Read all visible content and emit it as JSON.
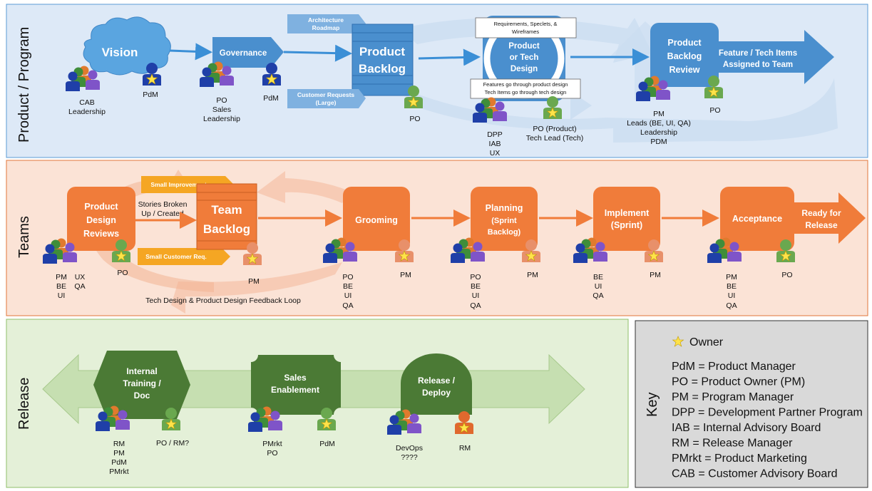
{
  "colors": {
    "product_band_fill": "#dde9f7",
    "product_band_stroke": "#5b9bd5",
    "teams_band_fill": "#fbe3d6",
    "teams_band_stroke": "#e0763a",
    "release_band_fill": "#e4f0d8",
    "release_band_stroke": "#8fbf6a",
    "key_fill": "#d9d9d9",
    "blue_box": "#4a8fce",
    "orange_box": "#f07c3a",
    "green_box": "#4b7a35",
    "person_blue": "#1f3fa8",
    "person_green": "#3f8d3a",
    "person_orange": "#e07a2d",
    "person_purple": "#7f54c8",
    "star_yellow": "#ffe34a"
  },
  "product_lane": {
    "label": "Product / Program",
    "vision": "Vision",
    "cab_caption": [
      "CAB",
      "Leadership"
    ],
    "pdm_caption": "PdM",
    "governance": "Governance",
    "gov_caption": [
      "PO",
      "Sales",
      "Leadership"
    ],
    "gov_owner": "PdM",
    "arch_roadmap": [
      "Architecture",
      "Roadmap"
    ],
    "product_backlog": [
      "Product",
      "Backlog"
    ],
    "customer_requests": [
      "Customer Requests",
      "(Large)"
    ],
    "pb_owner": "PO",
    "requirements_note": [
      "Requirements, Speclets, &",
      "Wireframes"
    ],
    "design_circle": [
      "Product",
      "or Tech",
      "Design"
    ],
    "features_note": [
      "Features go through product design",
      "Tech Items go through tech design"
    ],
    "design_caption": [
      "DPP",
      "IAB",
      "UX"
    ],
    "design_owner": [
      "PO (Product)",
      "Tech Lead (Tech)"
    ],
    "pbr": [
      "Product",
      "Backlog",
      "Review"
    ],
    "pbr_caption": [
      "PM",
      "Leads (BE, UI, QA)",
      "Leadership",
      "PDM"
    ],
    "pbr_owner": "PO",
    "feature_arrow": [
      "Feature / Tech Items",
      "Assigned to Team"
    ]
  },
  "teams_lane": {
    "label": "Teams",
    "small_improvements": "Small Improvements",
    "small_customer": "Small Customer Req.",
    "pdr": [
      "Product",
      "Design",
      "Reviews"
    ],
    "stories": [
      "Stories Broken",
      "Up / Created"
    ],
    "pdr_caption_a": [
      "PM",
      "BE",
      "UI"
    ],
    "pdr_caption_b": [
      "UX",
      "QA"
    ],
    "pdr_owner": "PO",
    "team_backlog": [
      "Team",
      "Backlog"
    ],
    "tb_owner": "PM",
    "feedback_loop": "Tech Design & Product Design Feedback Loop",
    "grooming": "Grooming",
    "grooming_caption": [
      "PO",
      "BE",
      "UI",
      "QA"
    ],
    "grooming_owner": "PM",
    "planning": [
      "Planning",
      "(Sprint",
      "Backlog)"
    ],
    "planning_caption": [
      "PO",
      "BE",
      "UI",
      "QA"
    ],
    "planning_owner": "PM",
    "implement": [
      "Implement",
      "(Sprint)"
    ],
    "implement_caption": [
      "BE",
      "UI",
      "QA"
    ],
    "implement_owner": "PM",
    "acceptance": "Acceptance",
    "acceptance_caption": [
      "PM",
      "BE",
      "UI",
      "QA"
    ],
    "acceptance_owner": "PO",
    "ready": [
      "Ready for",
      "Release"
    ]
  },
  "release_lane": {
    "label": "Release",
    "training": [
      "Internal",
      "Training /",
      "Doc"
    ],
    "training_caption": [
      "RM",
      "PM",
      "PdM",
      "PMrkt"
    ],
    "training_owner": "PO / RM?",
    "sales": [
      "Sales",
      "Enablement"
    ],
    "sales_caption": [
      "PMrkt",
      "PO"
    ],
    "sales_owner": "PdM",
    "release": [
      "Release /",
      "Deploy"
    ],
    "release_caption": [
      "DevOps",
      "????"
    ],
    "release_owner": "RM"
  },
  "key": {
    "label": "Key",
    "owner": "Owner",
    "items": [
      "PdM = Product Manager",
      "PO = Product Owner (PM)",
      "PM = Program Manager",
      "DPP = Development Partner Program",
      "IAB = Internal Advisory Board",
      "RM = Release Manager",
      "PMrkt = Product Marketing",
      "CAB = Customer Advisory Board"
    ]
  }
}
